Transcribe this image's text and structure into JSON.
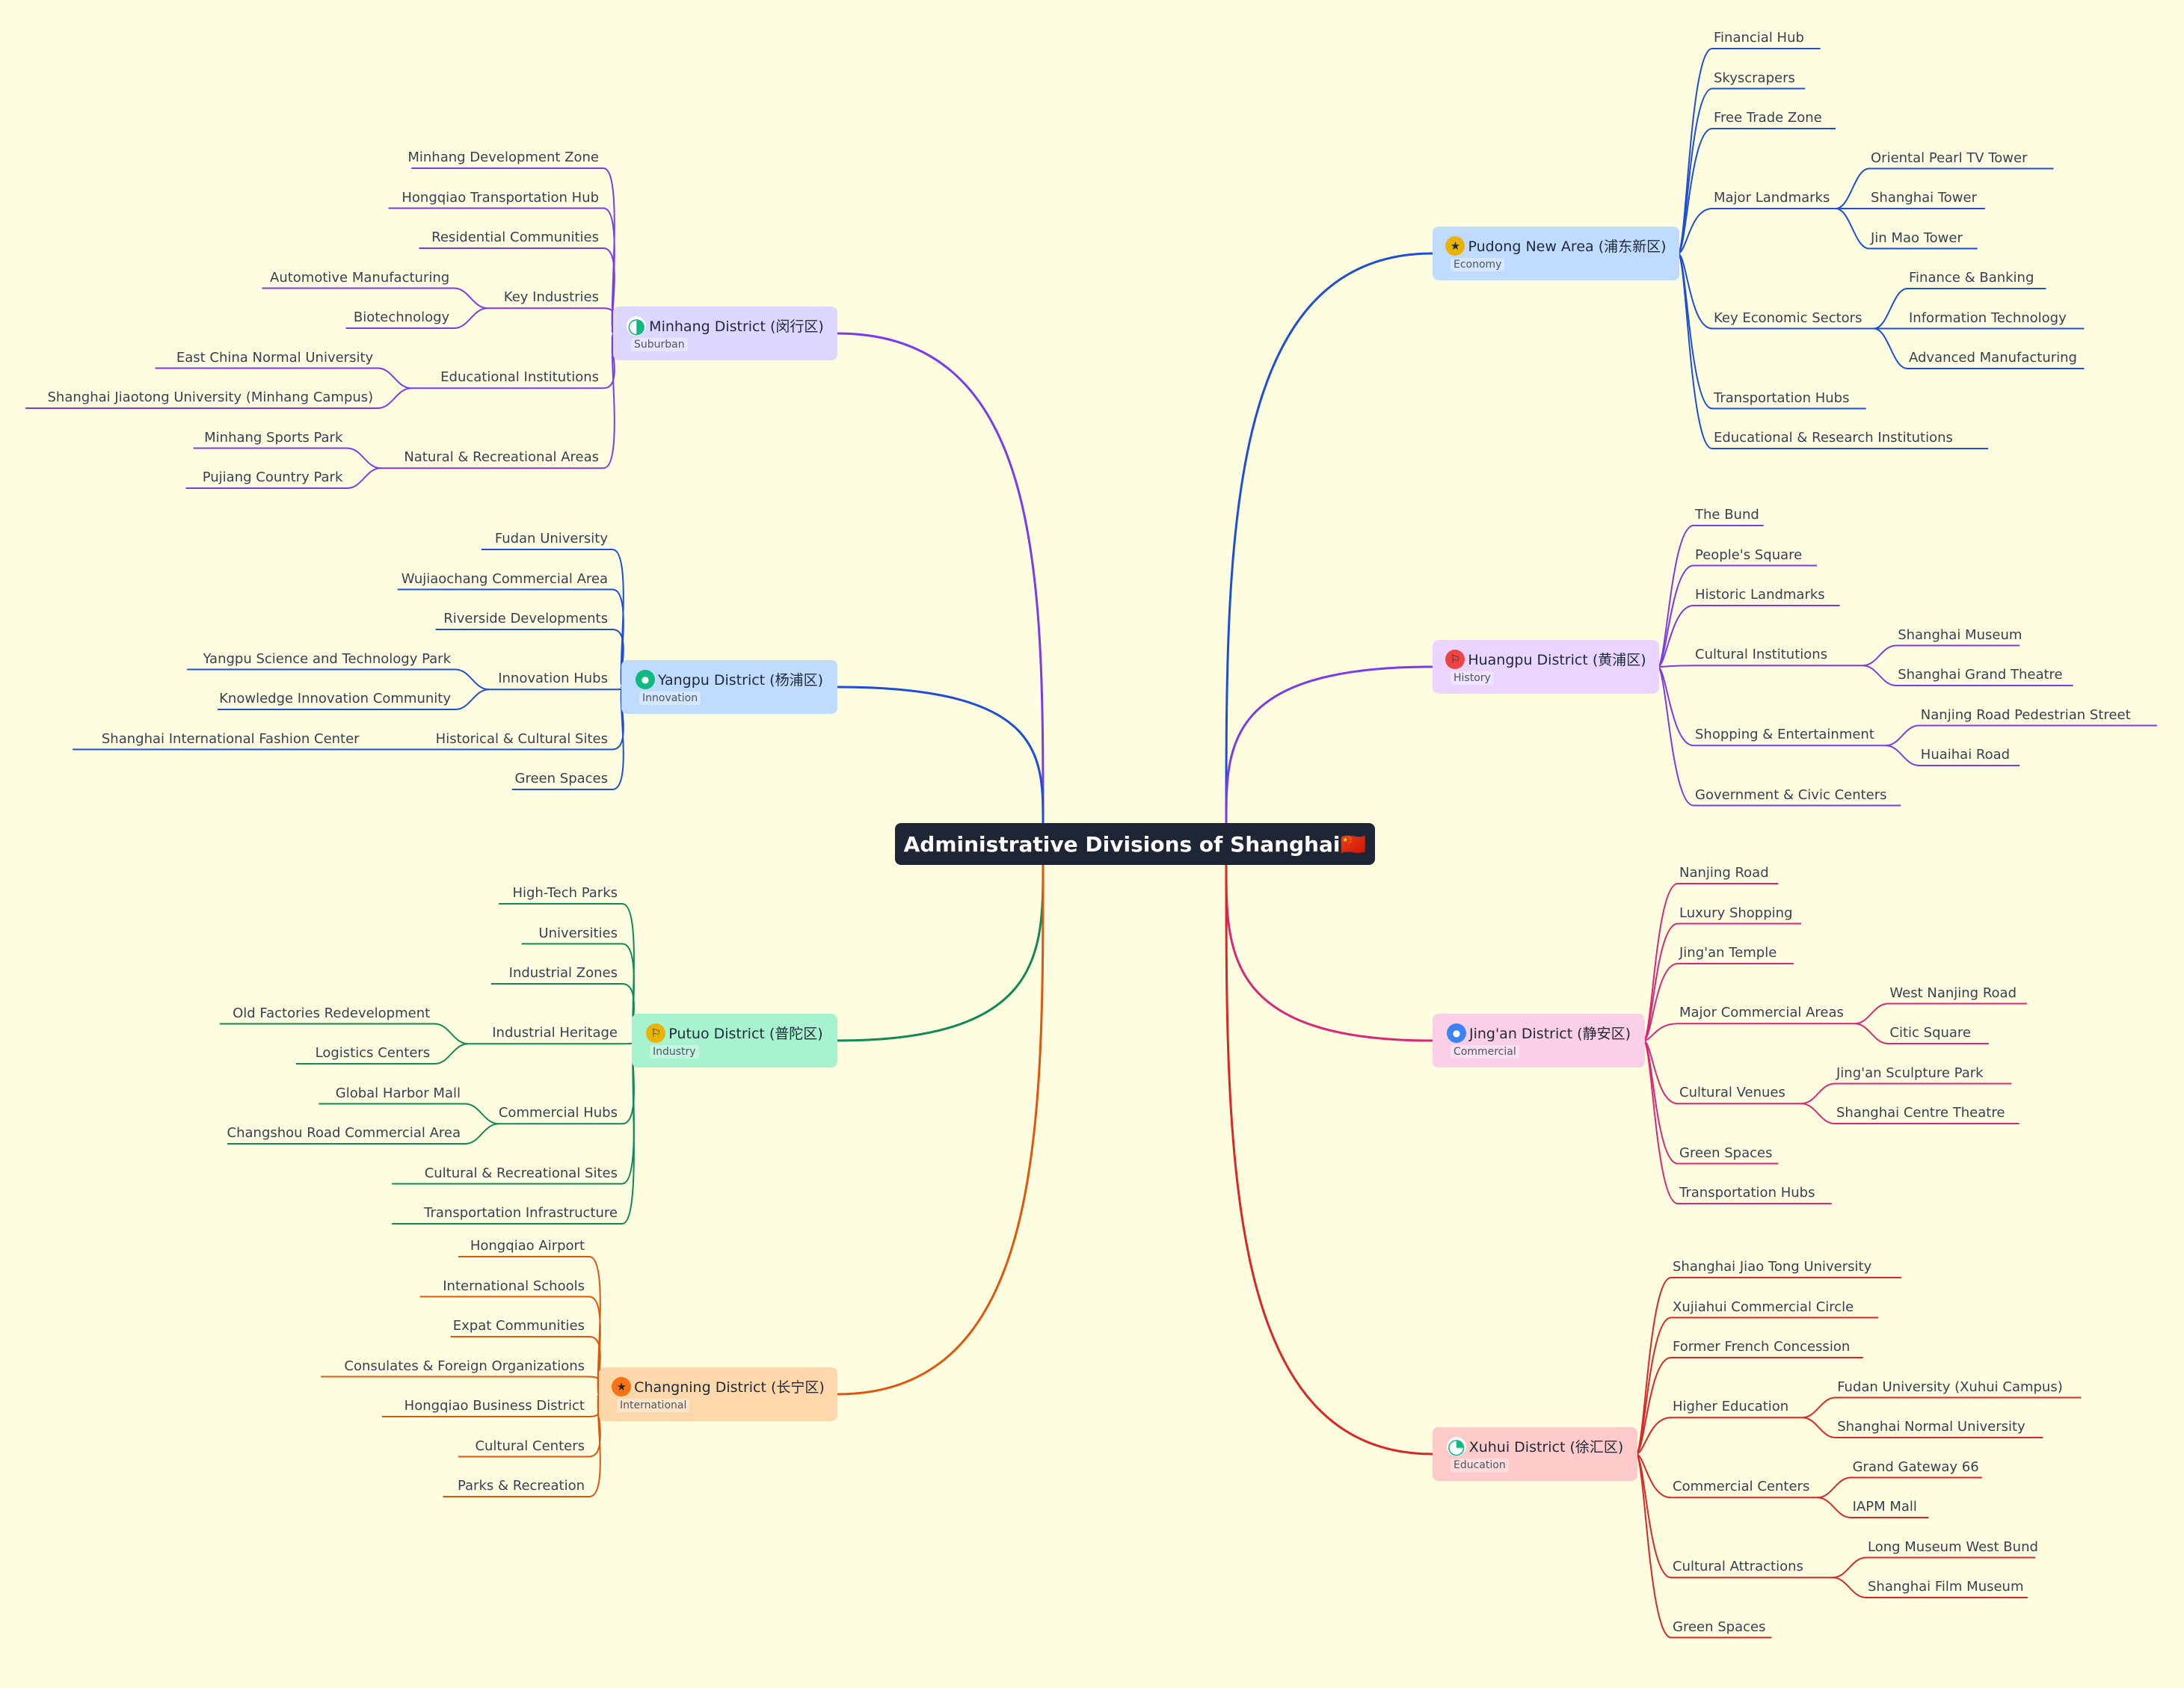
{
  "title": "Administrative Divisions of Shanghai🇨🇳",
  "colors": {
    "background": "#fefde0",
    "central": "#1e2535",
    "purple": "#7c3aed",
    "blue": "#1d4ed8",
    "green": "#0f8a55",
    "orange": "#e0560b",
    "pink": "#db2777",
    "red": "#dc2626"
  },
  "districts": [
    {
      "id": "minhang",
      "side": "left",
      "name": "Minhang District (闵行区)",
      "tag": "Suburban",
      "icon": "half-circle-icon",
      "icon_color": "#10b981",
      "node_color": "#ddd6fe",
      "line_color": "#7c3aed",
      "children": [
        {
          "label": "Minhang Development Zone"
        },
        {
          "label": "Hongqiao Transportation Hub"
        },
        {
          "label": "Residential Communities"
        },
        {
          "label": "Key Industries",
          "children": [
            "Automotive Manufacturing",
            "Biotechnology"
          ]
        },
        {
          "label": "Educational Institutions",
          "children": [
            "East China Normal University",
            "Shanghai Jiaotong University (Minhang Campus)"
          ]
        },
        {
          "label": "Natural & Recreational Areas",
          "children": [
            "Minhang Sports Park",
            "Pujiang Country Park"
          ]
        }
      ]
    },
    {
      "id": "yangpu",
      "side": "left",
      "name": "Yangpu District (杨浦区)",
      "tag": "Innovation",
      "icon": "user-icon",
      "icon_color": "#10b981",
      "node_color": "#bfdbfe",
      "line_color": "#1d4ed8",
      "children": [
        {
          "label": "Fudan University"
        },
        {
          "label": "Wujiaochang Commercial Area"
        },
        {
          "label": "Riverside Developments"
        },
        {
          "label": "Innovation Hubs",
          "children": [
            "Yangpu Science and Technology Park",
            "Knowledge Innovation Community"
          ]
        },
        {
          "label": "Historical & Cultural Sites",
          "children": [
            "Shanghai International Fashion Center"
          ]
        },
        {
          "label": "Green Spaces"
        }
      ]
    },
    {
      "id": "putuo",
      "side": "left",
      "name": "Putuo District (普陀区)",
      "tag": "Industry",
      "icon": "flag-icon",
      "icon_color": "#eab308",
      "node_color": "#a7f3d0",
      "line_color": "#0f8a55",
      "children": [
        {
          "label": "High-Tech Parks"
        },
        {
          "label": "Universities"
        },
        {
          "label": "Industrial Zones"
        },
        {
          "label": "Industrial Heritage",
          "children": [
            "Old Factories Redevelopment",
            "Logistics Centers"
          ]
        },
        {
          "label": "Commercial Hubs",
          "children": [
            "Global Harbor Mall",
            "Changshou Road Commercial Area"
          ]
        },
        {
          "label": "Cultural & Recreational Sites"
        },
        {
          "label": "Transportation Infrastructure"
        }
      ]
    },
    {
      "id": "changning",
      "side": "left",
      "name": "Changning District (长宁区)",
      "tag": "International",
      "icon": "star-icon",
      "icon_color": "#f97316",
      "node_color": "#fed7aa",
      "line_color": "#e0560b",
      "children": [
        {
          "label": "Hongqiao Airport"
        },
        {
          "label": "International Schools"
        },
        {
          "label": "Expat Communities"
        },
        {
          "label": "Consulates & Foreign Organizations"
        },
        {
          "label": "Hongqiao Business District"
        },
        {
          "label": "Cultural Centers"
        },
        {
          "label": "Parks & Recreation"
        }
      ]
    },
    {
      "id": "pudong",
      "side": "right",
      "name": "Pudong New Area (浦东新区)",
      "tag": "Economy",
      "icon": "star-icon",
      "icon_color": "#eab308",
      "node_color": "#bfdbfe",
      "line_color": "#1d4ed8",
      "children": [
        {
          "label": "Financial Hub"
        },
        {
          "label": "Skyscrapers"
        },
        {
          "label": "Free Trade Zone"
        },
        {
          "label": "Major Landmarks",
          "children": [
            "Oriental Pearl TV Tower",
            "Shanghai Tower",
            "Jin Mao Tower"
          ]
        },
        {
          "label": "Key Economic Sectors",
          "children": [
            "Finance & Banking",
            "Information Technology",
            "Advanced Manufacturing"
          ]
        },
        {
          "label": "Transportation Hubs"
        },
        {
          "label": "Educational & Research Institutions"
        }
      ]
    },
    {
      "id": "huangpu",
      "side": "right",
      "name": "Huangpu District (黄浦区)",
      "tag": "History",
      "icon": "flag-icon",
      "icon_color": "#ef4444",
      "node_color": "#e9d5ff",
      "line_color": "#7c3aed",
      "children": [
        {
          "label": "The Bund"
        },
        {
          "label": "People's Square"
        },
        {
          "label": "Historic Landmarks"
        },
        {
          "label": "Cultural Institutions",
          "children": [
            "Shanghai Museum",
            "Shanghai Grand Theatre"
          ]
        },
        {
          "label": "Shopping & Entertainment",
          "children": [
            "Nanjing Road Pedestrian Street",
            "Huaihai Road"
          ]
        },
        {
          "label": "Government & Civic Centers"
        }
      ]
    },
    {
      "id": "jingan",
      "side": "right",
      "name": "Jing'an District (静安区)",
      "tag": "Commercial",
      "icon": "user-icon",
      "icon_color": "#3b82f6",
      "node_color": "#fbcfe8",
      "line_color": "#db2777",
      "children": [
        {
          "label": "Nanjing Road"
        },
        {
          "label": "Luxury Shopping"
        },
        {
          "label": "Jing'an Temple"
        },
        {
          "label": "Major Commercial Areas",
          "children": [
            "West Nanjing Road",
            "Citic Square"
          ]
        },
        {
          "label": "Cultural Venues",
          "children": [
            "Jing'an Sculpture Park",
            "Shanghai Centre Theatre"
          ]
        },
        {
          "label": "Green Spaces"
        },
        {
          "label": "Transportation Hubs"
        }
      ]
    },
    {
      "id": "xuhui",
      "side": "right",
      "name": "Xuhui District (徐汇区)",
      "tag": "Education",
      "icon": "pie-icon",
      "icon_color": "#10b981",
      "node_color": "#fecaca",
      "line_color": "#dc2626",
      "children": [
        {
          "label": "Shanghai Jiao Tong University"
        },
        {
          "label": "Xujiahui Commercial Circle"
        },
        {
          "label": "Former French Concession"
        },
        {
          "label": "Higher Education",
          "children": [
            "Fudan University (Xuhui Campus)",
            "Shanghai Normal University"
          ]
        },
        {
          "label": "Commercial Centers",
          "children": [
            "Grand Gateway 66",
            "IAPM Mall"
          ]
        },
        {
          "label": "Cultural Attractions",
          "children": [
            "Long Museum West Bund",
            "Shanghai Film Museum"
          ]
        },
        {
          "label": "Green Spaces"
        }
      ]
    }
  ]
}
